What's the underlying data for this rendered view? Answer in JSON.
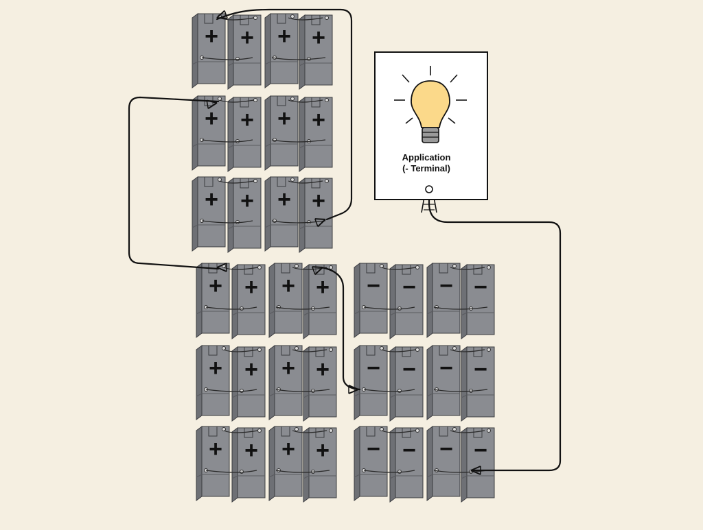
{
  "application": {
    "label_line1": "Application",
    "label_line2": "(- Terminal)",
    "icon": "lightbulb-icon"
  },
  "batteries": {
    "positive_symbol": "+",
    "negative_symbol": "−",
    "positive_groups": 6,
    "negative_groups": 3,
    "cells_per_group": 4
  },
  "colors": {
    "background": "#f5efe1",
    "battery_face": "#8a8c91",
    "battery_side": "#6e7075",
    "battery_top": "#a3a5aa",
    "cable": "#111111",
    "bulb_fill": "#fbd98a",
    "bulb_base": "#9a9a9a",
    "panel_fill": "#ffffff"
  }
}
